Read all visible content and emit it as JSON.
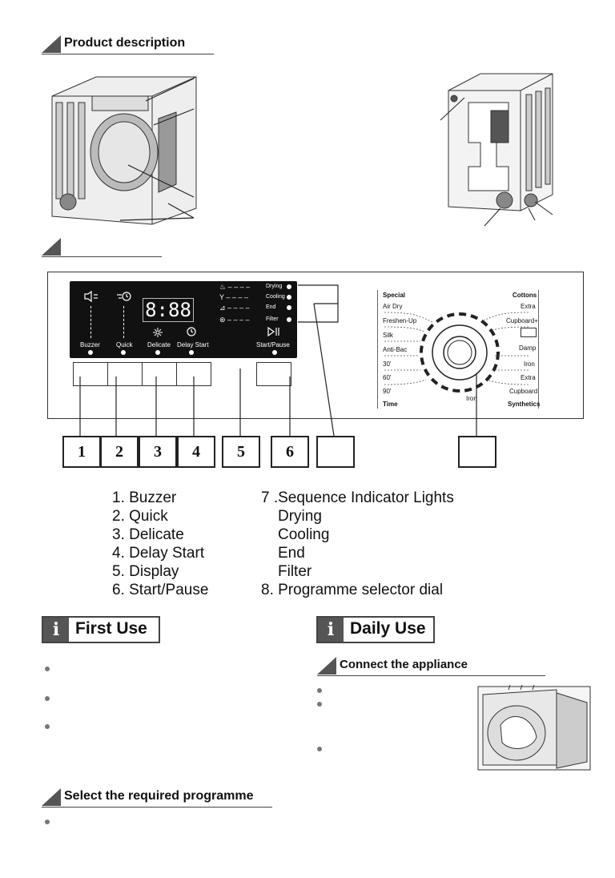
{
  "sections": {
    "product_description": "Product description",
    "select_programme": "Select the required programme",
    "connect_appliance": "Connect the appliance"
  },
  "headers": {
    "first_use": "First Use",
    "daily_use": "Daily Use",
    "info_icon": "i"
  },
  "display_panel": {
    "buzzer": "Buzzer",
    "quick": "Quick",
    "delicate": "Delicate",
    "delay_start": "Delay Start",
    "start_pause": "Start/Pause",
    "digits": "8:88",
    "indicators": [
      "Drying",
      "Cooling",
      "End",
      "Filter"
    ]
  },
  "dial": {
    "special": "Special",
    "cottons": "Cottons",
    "time": "Time",
    "synthetics": "Synthetics",
    "left": [
      "Air Dry",
      "Freshen-Up",
      "Silk",
      "Anti-Bac",
      "30'",
      "60'",
      "90'"
    ],
    "right": [
      "Extra",
      "Cupboard+",
      "Damp",
      "Iron",
      "Extra",
      "Cupboard"
    ],
    "bottom": "Iron"
  },
  "callouts": [
    "1",
    "2",
    "3",
    "4",
    "5",
    "6"
  ],
  "legend_left": [
    "1. Buzzer",
    "2. Quick",
    "3. Delicate",
    "4. Delay Start",
    "5. Display",
    "6. Start/Pause"
  ],
  "legend_right": {
    "title": "7 .Sequence Indicator Lights",
    "items": [
      "Drying",
      "Cooling",
      "End",
      "Filter"
    ],
    "dial": "8. Programme selector dial"
  }
}
